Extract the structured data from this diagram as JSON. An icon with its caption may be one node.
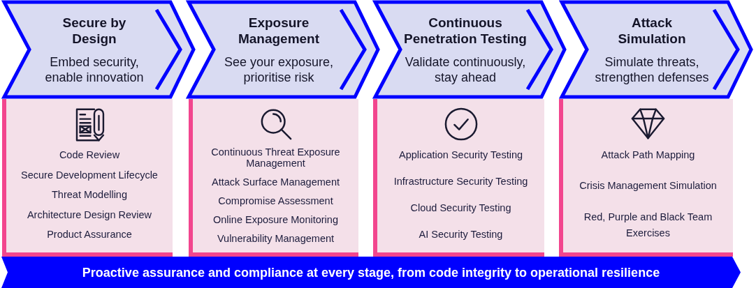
{
  "diagram": {
    "nodes": [
      {
        "text": [
          "Secure by Design",
          "Embed security, enable innovation"
        ]
      },
      {
        "text": [
          "Exposure Management",
          "See your exposure, prioritise risk"
        ]
      },
      {
        "text": [
          "Continuous Penetration Testing",
          "Validate continuously, stay ahead"
        ]
      },
      {
        "text": [
          "Attack Simulation",
          "Simulate threats, strengthen defenses"
        ]
      },
      {
        "text": [
          "Code Review",
          "Secure Development Lifecycle",
          "Threat Modelling",
          "Architecture Design Review",
          "Product Assurance"
        ]
      },
      {
        "text": [
          "Continuous Threat Exposure Management",
          "Attack Surface Management",
          "Compromise Assessment",
          "Online Exposure Monitoring",
          "Vulnerability Management"
        ]
      },
      {
        "text": [
          "Application Security Testing",
          "Infrastructure Security Testing",
          "Cloud Security Testing",
          "AI Security Testing"
        ]
      },
      {
        "text": [
          "Attack Path Mapping",
          "Crisis Management Simulation",
          "Red, Purple and Black Team Exercises"
        ]
      },
      {
        "text": [
          "Proactive assurance and compliance at every stage, from code integrity to operational resilience"
        ]
      }
    ]
  }
}
